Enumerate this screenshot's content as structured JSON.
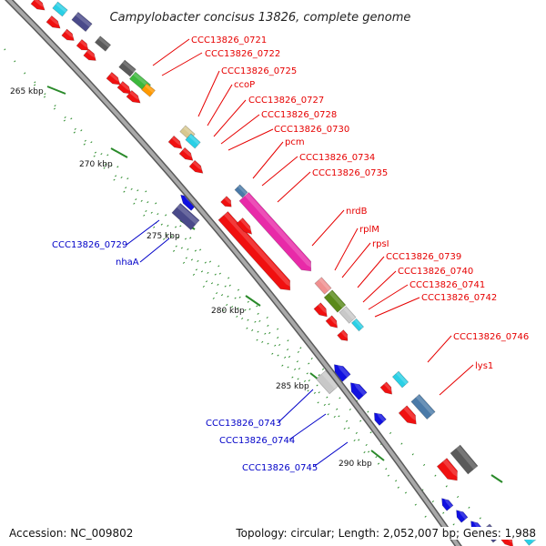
{
  "title": "Campylobacter concisus 13826, complete genome",
  "accession": "Accession: NC_009802",
  "summary": "Topology: circular; Length: 2,052,007 bp; Genes: 1,988",
  "colors": {
    "backbone": "#8c8c8c",
    "forward_label": "#e60000",
    "reverse_label": "#0000c8",
    "tick": "#2a8a2a"
  },
  "kbp_labels": [
    {
      "text": "265 kbp"
    },
    {
      "text": "270 kbp"
    },
    {
      "text": "275 kbp"
    },
    {
      "text": "280 kbp"
    },
    {
      "text": "285 kbp"
    },
    {
      "text": "290 kbp"
    }
  ],
  "forward_labels": [
    "CCC13826_0721",
    "CCC13826_0722",
    "CCC13826_0725",
    "ccoP",
    "CCC13826_0727",
    "CCC13826_0728",
    "CCC13826_0730",
    "pcm",
    "CCC13826_0734",
    "CCC13826_0735",
    "nrdB",
    "rplM",
    "rpsI",
    "CCC13826_0739",
    "CCC13826_0740",
    "CCC13826_0741",
    "CCC13826_0742",
    "CCC13826_0746",
    "lys1"
  ],
  "reverse_labels": [
    "CCC13826_0729",
    "nhaA",
    "CCC13826_0743",
    "CCC13826_0744",
    "CCC13826_0745"
  ]
}
